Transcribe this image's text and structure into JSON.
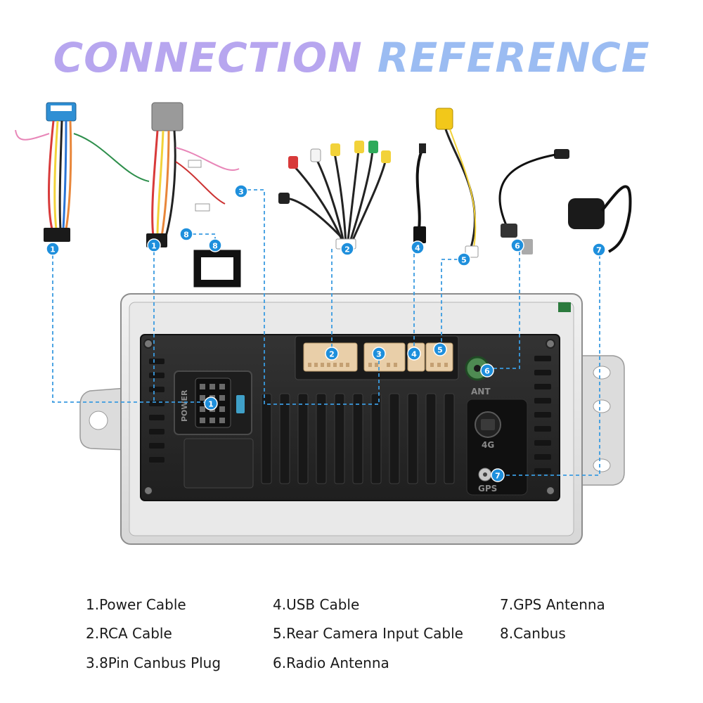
{
  "title": {
    "word1": "CONNECTION",
    "word2": "REFERENCE"
  },
  "badges": [
    "1",
    "2",
    "3",
    "4",
    "5",
    "6",
    "7",
    "8"
  ],
  "unit_labels": {
    "power": "POWER",
    "antenna": "ANT",
    "mobile": "4G",
    "gps": "GPS"
  },
  "legend": [
    "1.Power Cable",
    "2.RCA Cable",
    "3.8Pin Canbus Plug",
    "4.USB Cable",
    "5.Rear Camera Input Cable",
    "6.Radio Antenna",
    "7.GPS Antenna",
    "8.Canbus"
  ],
  "colors": {
    "title_word1": "#b7a6ef",
    "title_word2": "#9bbcf2",
    "badge": "#1e8fdc",
    "leader_line": "#3a9be0",
    "unit_body": "#2a2a2a",
    "bracket": "#e6e6e6",
    "connector": "#e9cfa9"
  }
}
